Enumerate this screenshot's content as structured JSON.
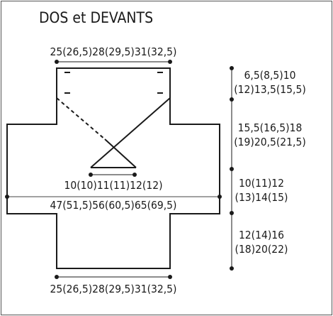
{
  "title": "DOS et DEVANTS",
  "dims": {
    "top_width": "25(26,5)28(29,5)31(32,5)",
    "bottom_width": "25(26,5)28(29,5)31(32,5)",
    "neck_width": "10(10)11(11)12(12)",
    "total_width": "47(51,5)56(60,5)65(69,5)",
    "h1_line1": "6,5(8,5)10",
    "h1_line2": "(12)13,5(15,5)",
    "h2_line1": "15,5(16,5)18",
    "h2_line2": "(19)20,5(21,5)",
    "h3_line1": "10(11)12",
    "h3_line2": "(13)14(15)",
    "h4_line1": "12(14)16",
    "h4_line2": "(18)20(22)"
  },
  "colors": {
    "ink": "#1a1a1a",
    "border": "#555555"
  }
}
